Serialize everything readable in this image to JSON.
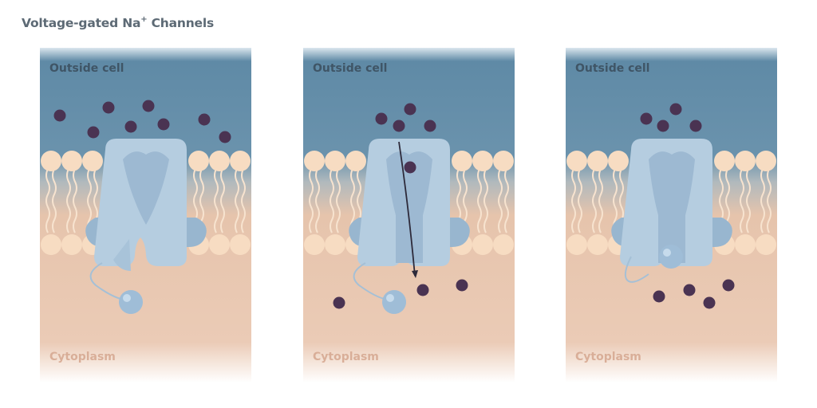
{
  "title": {
    "main": "Voltage-gated Na",
    "sup": "+",
    "rest": " Channels"
  },
  "panels": [
    {
      "outside_label": "Outside cell",
      "cytoplasm_label": "Cytoplasm",
      "state": "closed"
    },
    {
      "outside_label": "Outside cell",
      "cytoplasm_label": "Cytoplasm",
      "state": "open"
    },
    {
      "outside_label": "Outside cell",
      "cytoplasm_label": "Cytoplasm",
      "state": "inactivated"
    }
  ],
  "colors": {
    "outside": "#5f8aa6",
    "cytoplasm": "#e9c4ac",
    "lipid_head": "#f7dcc2",
    "channel": "#b5cde0",
    "channel_dark": "#98b6cf",
    "ion": "#4a3352"
  }
}
